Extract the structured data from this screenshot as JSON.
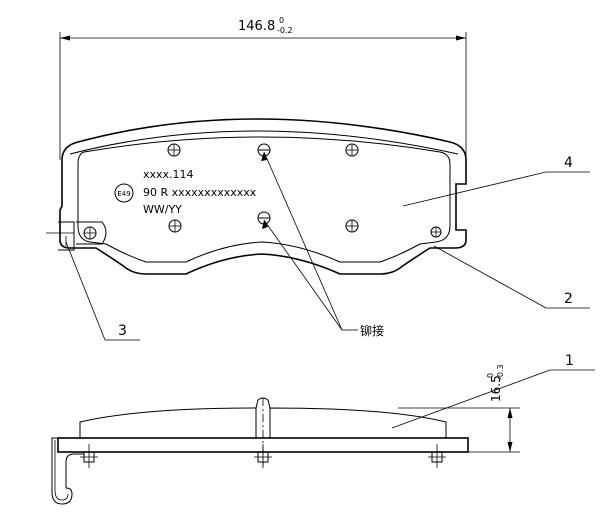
{
  "dimensions": {
    "width_main": "146.8",
    "width_tol_upper": "0",
    "width_tol_lower": "-0.2",
    "thickness_main": "16.5",
    "thickness_tol_upper": "0",
    "thickness_tol_lower": "-0.3"
  },
  "marking": {
    "line1": "xxxx.114",
    "approval_mark": "E49",
    "line2": "90 R xxxxxxxxxxxxx",
    "line3": "WW/YY"
  },
  "callouts": {
    "c1": "1",
    "c2": "2",
    "c3": "3",
    "c4": "4",
    "rivet": "铆接"
  }
}
